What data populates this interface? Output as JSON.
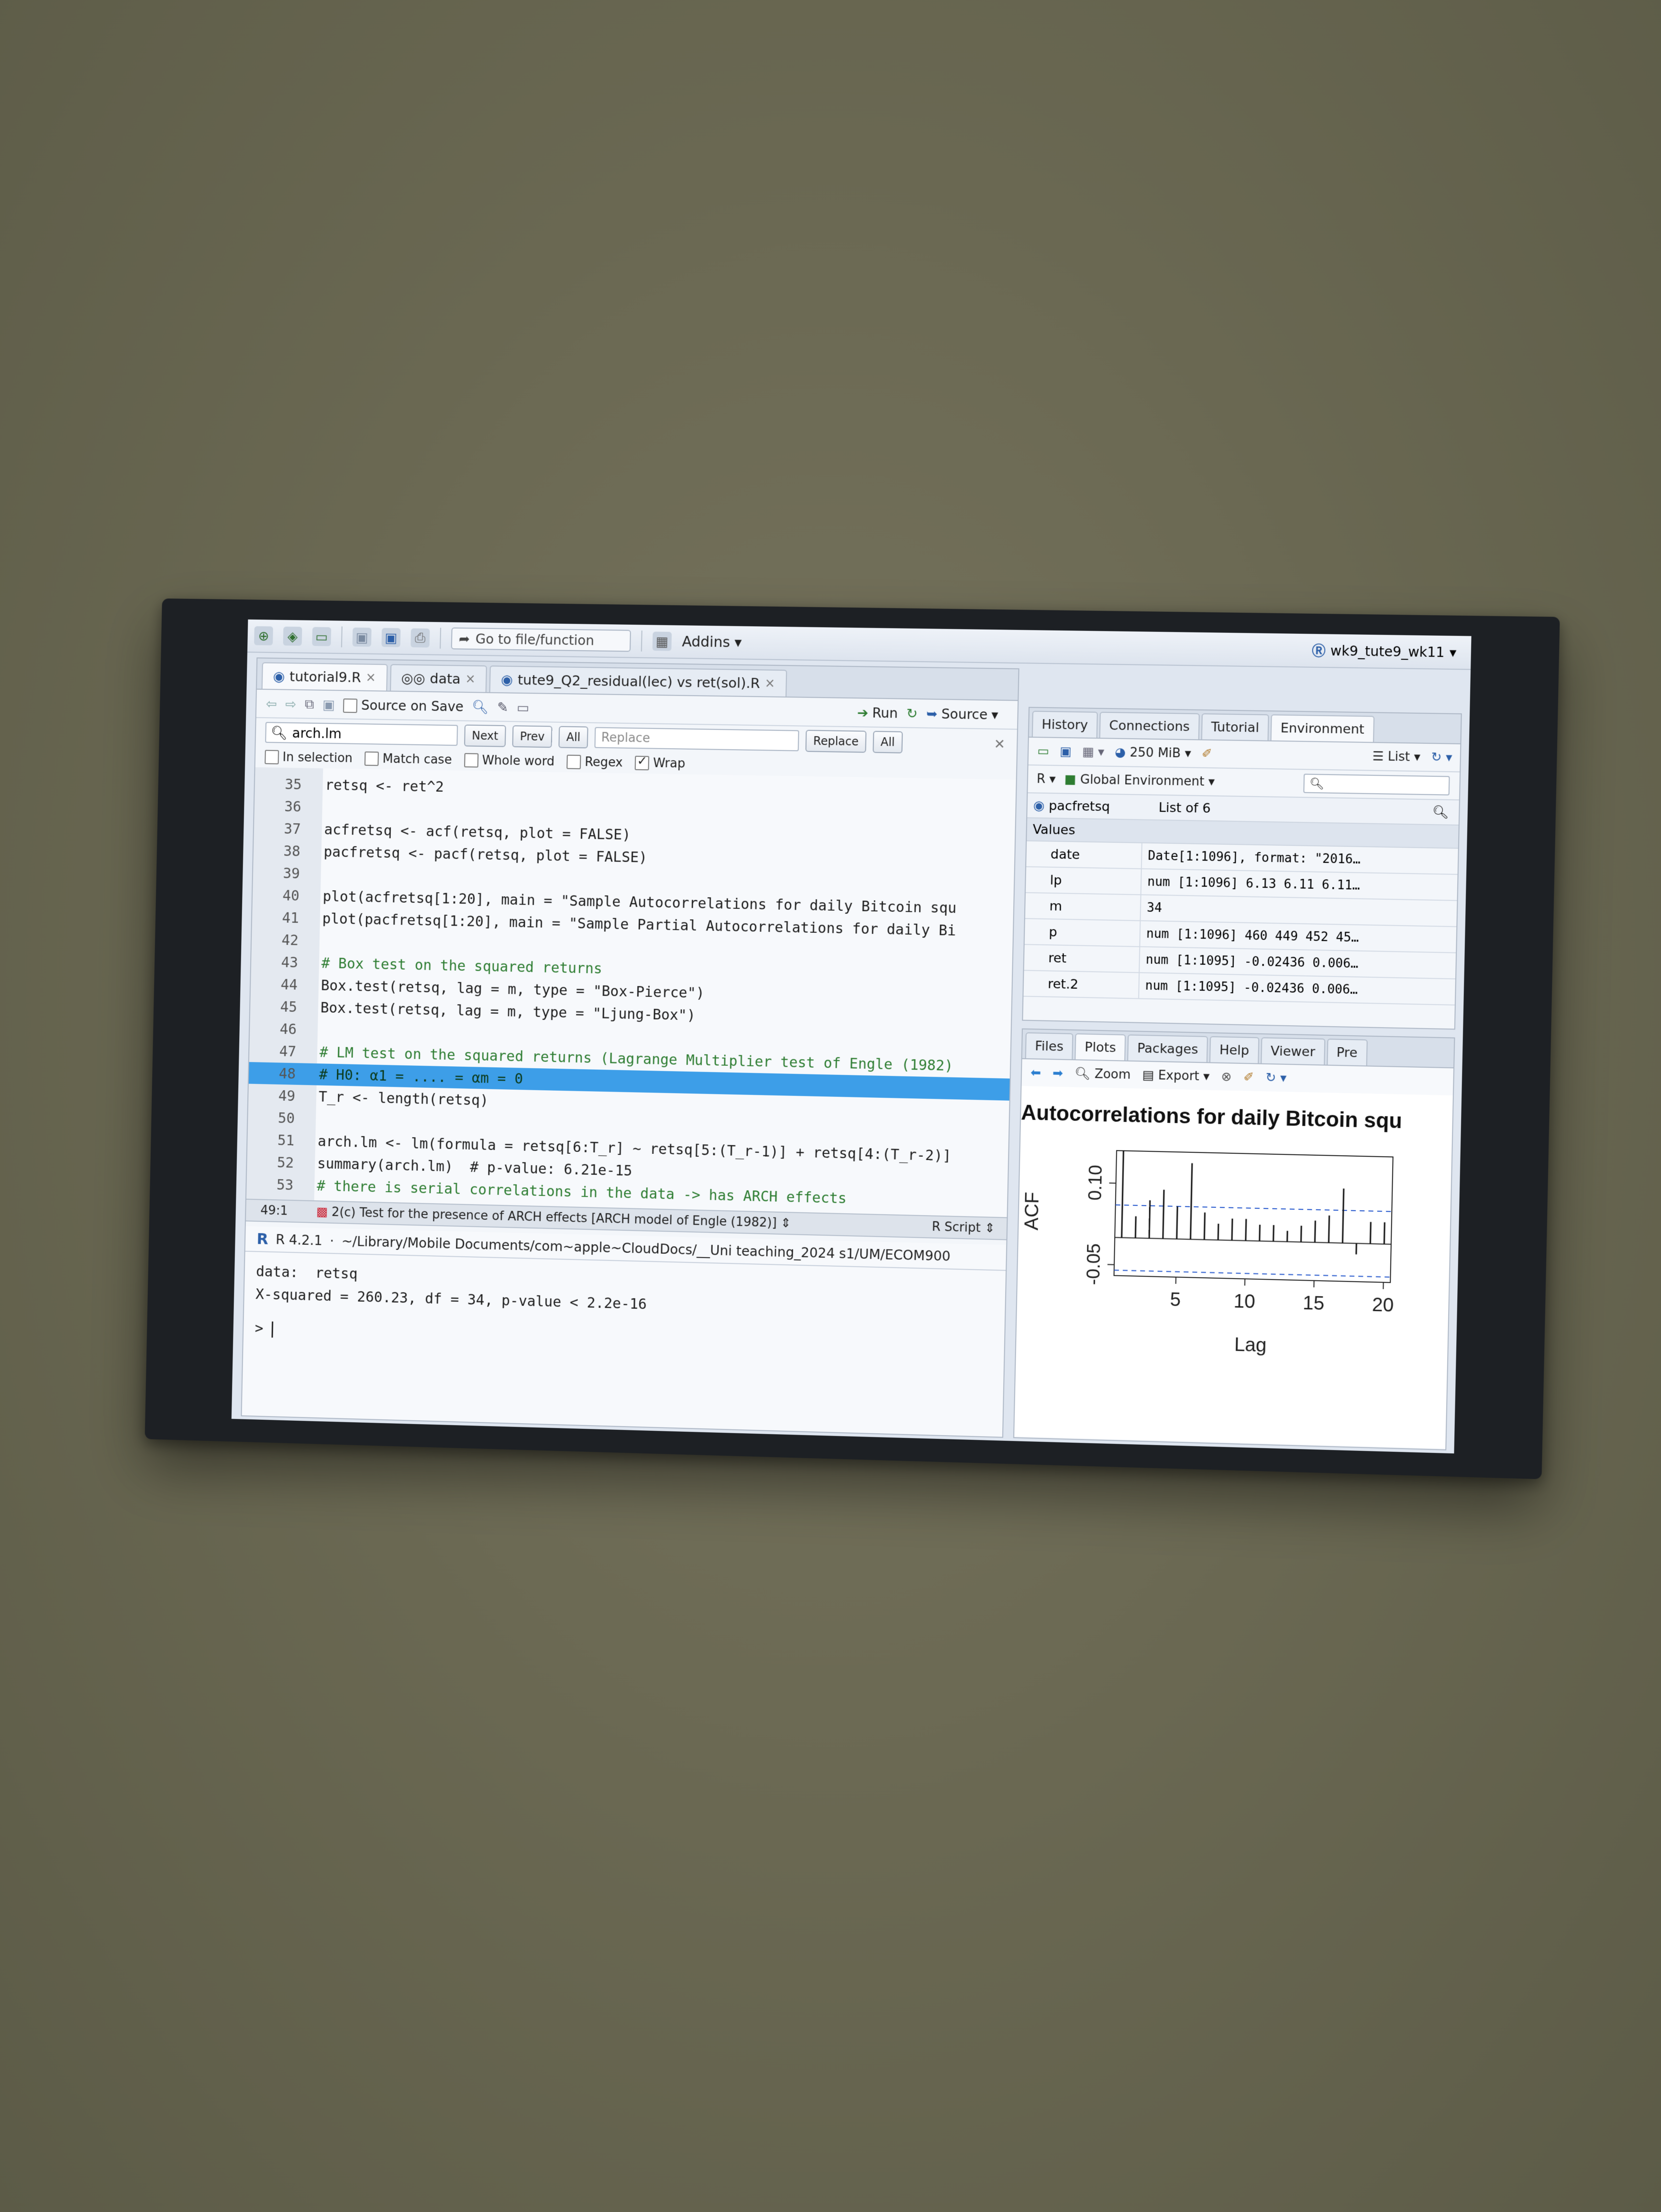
{
  "toolbar": {
    "goto_placeholder": "Go to file/function",
    "addins_label": "Addins"
  },
  "project": {
    "name": "wk9_tute9_wk11"
  },
  "editor": {
    "tabs": [
      {
        "label": "tutorial9.R"
      },
      {
        "label": "data"
      },
      {
        "label": "tute9_Q2_residual(lec) vs ret(sol).R"
      }
    ],
    "source_on_save": "Source on Save",
    "run_label": "Run",
    "source_label": "Source",
    "find": {
      "value": "arch.lm",
      "next": "Next",
      "prev": "Prev",
      "all": "All",
      "replace_placeholder": "Replace",
      "replace_btn": "Replace",
      "replace_all": "All"
    },
    "options": {
      "in_selection": "In selection",
      "match_case": "Match case",
      "whole_word": "Whole word",
      "regex": "Regex",
      "wrap": "Wrap"
    },
    "lines": [
      {
        "n": "35",
        "text": "retsq <- ret^2"
      },
      {
        "n": "36",
        "text": ""
      },
      {
        "n": "37",
        "text": "acfretsq <- acf(retsq, plot = FALSE)"
      },
      {
        "n": "38",
        "text": "pacfretsq <- pacf(retsq, plot = FALSE)"
      },
      {
        "n": "39",
        "text": ""
      },
      {
        "n": "40",
        "text": "plot(acfretsq[1:20], main = \"Sample Autocorrelations for daily Bitcoin squ"
      },
      {
        "n": "41",
        "text": "plot(pacfretsq[1:20], main = \"Sample Partial Autocorrelations for daily Bi"
      },
      {
        "n": "42",
        "text": ""
      },
      {
        "n": "43",
        "text": "# Box test on the squared returns"
      },
      {
        "n": "44",
        "text": "Box.test(retsq, lag = m, type = \"Box-Pierce\")"
      },
      {
        "n": "45",
        "text": "Box.test(retsq, lag = m, type = \"Ljung-Box\")"
      },
      {
        "n": "46",
        "text": ""
      },
      {
        "n": "47",
        "text": "# LM test on the squared returns (Lagrange Multiplier test of Engle (1982)"
      },
      {
        "n": "48",
        "text": "# H0: α1 = .... = αm = 0"
      },
      {
        "n": "49",
        "text": "T_r <- length(retsq)"
      },
      {
        "n": "50",
        "text": ""
      },
      {
        "n": "51",
        "text": "arch.lm <- lm(formula = retsq[6:T_r] ~ retsq[5:(T_r-1)] + retsq[4:(T_r-2)]"
      },
      {
        "n": "52",
        "text": "summary(arch.lm)  # p-value: 6.21e-15"
      },
      {
        "n": "53",
        "text": "# there is serial correlations in the data -> has ARCH effects"
      }
    ],
    "status": {
      "position": "49:1",
      "section": "2(c) Test for the presence of ARCH effects [ARCH model of Engle (1982)]",
      "language": "R Script"
    }
  },
  "console": {
    "version": "R 4.2.1",
    "path": "~/Library/Mobile Documents/com~apple~CloudDocs/__Uni teaching_2024 s1/UM/ECOM900",
    "output_line1": "data:  retsq",
    "output_line2": "X-squared = 260.23, df = 34, p-value < 2.2e-16",
    "prompt": ">"
  },
  "environment": {
    "tabs": [
      "History",
      "Connections",
      "Tutorial",
      "Environment"
    ],
    "memory": "250 MiB",
    "list_label": "List",
    "r_label": "R",
    "scope": "Global Environment",
    "object": {
      "name": "pacfretsq",
      "value": "List of  6"
    },
    "values_header": "Values",
    "rows": [
      {
        "k": "date",
        "v": "Date[1:1096], format: \"2016…"
      },
      {
        "k": "lp",
        "v": "num [1:1096] 6.13 6.11 6.11…"
      },
      {
        "k": "m",
        "v": "34"
      },
      {
        "k": "p",
        "v": "num [1:1096] 460 449 452 45…"
      },
      {
        "k": "ret",
        "v": "num [1:1095] -0.02436 0.006…"
      },
      {
        "k": "ret.2",
        "v": "num [1:1095] -0.02436 0.006…"
      }
    ]
  },
  "plots": {
    "tabs": [
      "Files",
      "Plots",
      "Packages",
      "Help",
      "Viewer",
      "Pre"
    ],
    "zoom_label": "Zoom",
    "export_label": "Export"
  },
  "chart_data": {
    "type": "bar",
    "title": "Autocorrelations for daily Bitcoin squ",
    "xlabel": "Lag",
    "ylabel": "ACF",
    "x": [
      1,
      2,
      3,
      4,
      5,
      6,
      7,
      8,
      9,
      10,
      11,
      12,
      13,
      14,
      15,
      16,
      17,
      18,
      19,
      20
    ],
    "values": [
      0.16,
      0.04,
      0.07,
      0.09,
      0.06,
      0.14,
      0.05,
      0.03,
      0.04,
      0.04,
      0.03,
      0.03,
      0.02,
      0.03,
      0.04,
      0.05,
      0.1,
      -0.02,
      0.04,
      0.04
    ],
    "ylim": [
      -0.07,
      0.16
    ],
    "xlim": [
      0.5,
      20.5
    ],
    "xticks": [
      "5",
      "10",
      "15",
      "20"
    ],
    "yticks": [
      "-0.05",
      "0.10"
    ],
    "ci": 0.06
  },
  "colors": {
    "highlight": "#3d9ee8",
    "comment": "#2e7d32",
    "string": "#a31515"
  }
}
